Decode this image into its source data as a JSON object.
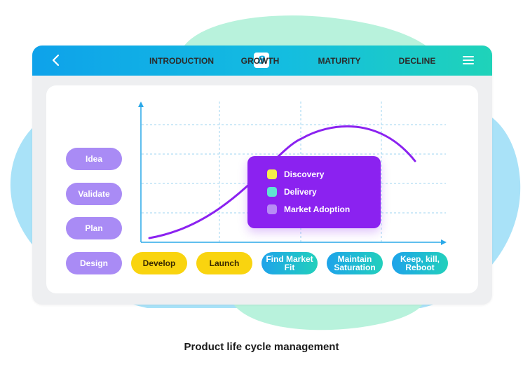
{
  "app": {
    "logo_text": "8",
    "icons": {
      "back": "chevron-left-icon",
      "menu": "hamburger-menu-icon"
    }
  },
  "phases": [
    "INTRODUCTION",
    "GROWTH",
    "MATURITY",
    "DECLINE"
  ],
  "stages": [
    "Idea",
    "Validate",
    "Plan",
    "Design"
  ],
  "actions": [
    {
      "label": "Develop",
      "style": "yellow"
    },
    {
      "label": "Launch",
      "style": "yellow"
    },
    {
      "label": "Find Market Fit",
      "style": "teal"
    },
    {
      "label": "Maintain Saturation",
      "style": "teal"
    },
    {
      "label": "Keep, kill, Reboot",
      "style": "teal"
    }
  ],
  "legend": [
    {
      "label": "Discovery",
      "color": "#f5ef4a"
    },
    {
      "label": "Delivery",
      "color": "#5fe3d2"
    },
    {
      "label": "Market Adoption",
      "color": "#b78cf5"
    }
  ],
  "caption": "Product life cycle management",
  "colors": {
    "header_start": "#0ea2ea",
    "header_end": "#1fd3b9",
    "curve": "#8b22f0",
    "axis": "#2aa8e8",
    "stage_pill": "#a98bf5",
    "yellow_pill": "#f9d40f",
    "teal_start": "#1ea3ea",
    "teal_end": "#22d0bc",
    "blob_blue": "#a9e2f8",
    "blob_green": "#b8f2dc"
  }
}
